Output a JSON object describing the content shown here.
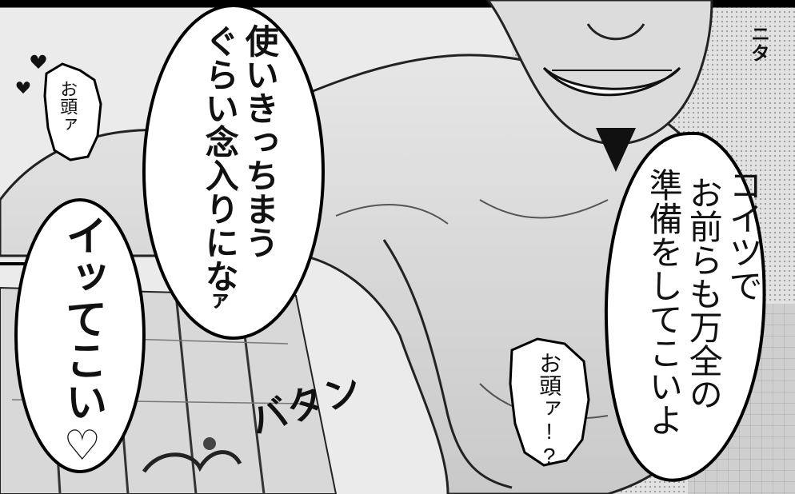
{
  "panel": {
    "bubbles": [
      {
        "id": "use-up",
        "lines": [
          "使いきっちまう",
          "ぐらい念入りにな",
          "ァ"
        ]
      },
      {
        "id": "go-now",
        "lines": [
          "イッてこい♡"
        ]
      },
      {
        "id": "prepare",
        "lines": [
          "コイツで",
          "お前らも万全の",
          "準備をしてこいよ"
        ]
      }
    ],
    "small_texts": [
      {
        "id": "okashira-left",
        "text": "お頭ァ"
      },
      {
        "id": "okashira-right",
        "text": "お頭ァ!?"
      }
    ],
    "sfx": [
      {
        "id": "sfx-nita",
        "text": "ニタ"
      },
      {
        "id": "sfx-batan",
        "text": "バタン"
      }
    ]
  },
  "colors": {
    "ink": "#111111",
    "paper": "#ffffff",
    "screentone": "#bdbdbd",
    "panel_border": "#000000"
  }
}
